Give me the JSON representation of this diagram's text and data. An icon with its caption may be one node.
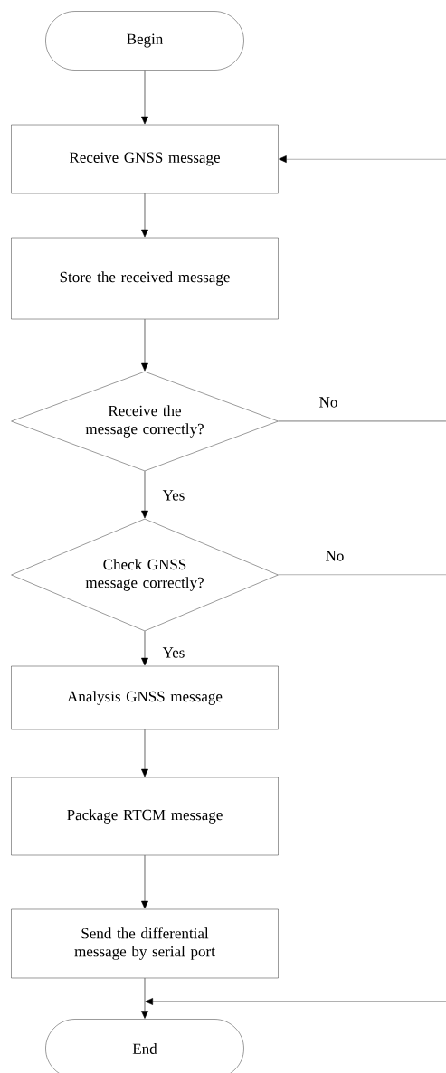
{
  "diagram": {
    "nodes": [
      {
        "text": [
          "Begin"
        ]
      },
      {
        "text": [
          "Receive GNSS message"
        ]
      },
      {
        "text": [
          "Store the received message"
        ]
      },
      {
        "text": [
          "Receive the message correctly?"
        ]
      },
      {
        "text": [
          "Check GNSS message correctly?"
        ]
      },
      {
        "text": [
          "Analysis GNSS message"
        ]
      },
      {
        "text": [
          "Package RTCM  message"
        ]
      },
      {
        "text": [
          "Send the differential message by serial port"
        ]
      },
      {
        "text": [
          "End"
        ]
      }
    ],
    "edges": [
      {
        "from": 0,
        "to": 1,
        "arrow": "to"
      },
      {
        "from": 1,
        "to": 2,
        "arrow": "to"
      },
      {
        "from": 2,
        "to": 3,
        "arrow": "to"
      },
      {
        "from": 3,
        "to": 4,
        "arrow": "to",
        "label": "Yes"
      },
      {
        "from": 4,
        "to": 5,
        "arrow": "to",
        "label": "Yes"
      },
      {
        "from": 5,
        "to": 6,
        "arrow": "to"
      },
      {
        "from": 6,
        "to": 7,
        "arrow": "to"
      },
      {
        "from": 7,
        "to": 8,
        "arrow": "to"
      },
      {
        "from": 3,
        "to": null,
        "arrow": "none",
        "label": "No"
      },
      {
        "from": 4,
        "to": null,
        "arrow": "none",
        "label": "No"
      },
      {
        "from": null,
        "to": 1,
        "arrow": "to"
      },
      {
        "from": null,
        "to": 8,
        "arrow": "to"
      }
    ]
  }
}
